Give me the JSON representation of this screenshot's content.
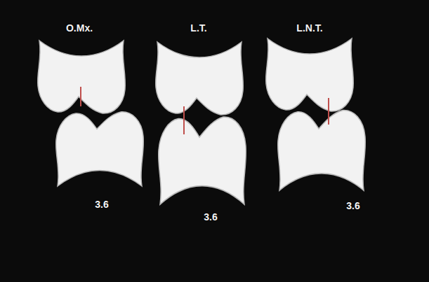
{
  "diagram": {
    "labels": [
      "O.Mx.",
      "L.T.",
      "L.N.T.",
      "3.6",
      "3.6",
      "3.6"
    ]
  }
}
